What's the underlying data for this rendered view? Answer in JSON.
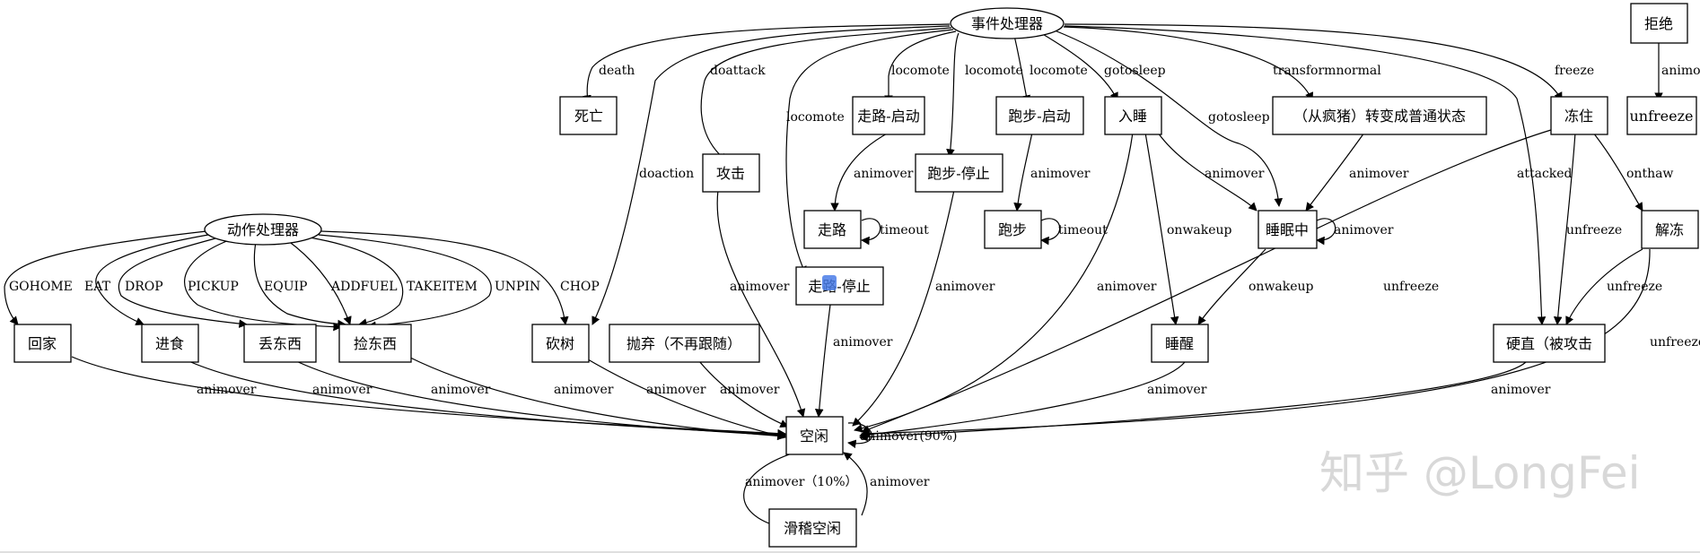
{
  "nodes": {
    "event_handler": "事件处理器",
    "action_handler": "动作处理器",
    "reject": "拒绝",
    "death": "死亡",
    "walk_start": "走路-启动",
    "run_start": "跑步-启动",
    "fall_asleep": "入睡",
    "transform_normal": "（从疯猪）转变成普通状态",
    "frozen": "冻住",
    "unfreeze": "unfreeze",
    "attack": "攻击",
    "run_stop": "跑步-停止",
    "walk": "走路",
    "run": "跑步",
    "sleeping": "睡眠中",
    "thaw": "解冻",
    "walk_stop": "走路-停止",
    "go_home": "回家",
    "eat": "进食",
    "drop": "丢东西",
    "pickup": "捡东西",
    "chop": "砍树",
    "abandon": "抛弃（不再跟随）",
    "wake_up": "睡醒",
    "hit": "硬直（被攻击",
    "idle": "空闲",
    "funny_idle": "滑稽空闲"
  },
  "edge_labels": {
    "death": "death",
    "doattack": "doattack",
    "doaction": "doaction",
    "locomote_1": "locomote",
    "locomote_2": "locomote",
    "locomote_3": "locomote",
    "locomote_4": "locomote",
    "gotosleep_1": "gotosleep",
    "gotosleep_2": "gotosleep",
    "transformnormal": "transformnormal",
    "freeze": "freeze",
    "attacked": "attacked",
    "onthaw": "onthaw",
    "unfreeze_1": "unfreeze",
    "unfreeze_2": "unfreeze",
    "unfreeze_3": "unfreeze",
    "unfreeze_4": "unfreeze",
    "reject_animover": "animov",
    "walk_start_animover": "animover",
    "run_start_animover": "animover",
    "sleep_animover": "animover",
    "transform_animover": "animover",
    "walk_timeout": "timeout",
    "run_timeout": "timeout",
    "sleeping_animover": "animover",
    "onwakeup_1": "onwakeup",
    "onwakeup_2": "onwakeup",
    "gohome": "GOHOME",
    "eat": "EAT",
    "drop": "DROP",
    "pickup": "PICKUP",
    "equip": "EQUIP",
    "addfuel": "ADDFUEL",
    "takeitem": "TAKEITEM",
    "unpin": "UNPIN",
    "chop": "CHOP",
    "attack_animover": "animover",
    "walk_stop_animover": "animover",
    "run_stop_animover": "animover",
    "fall_asleep_animover": "animover",
    "go_home_animover": "animover",
    "eat_animover": "animover",
    "drop_animover": "animover",
    "pickup_animover": "animover",
    "chop_animover": "animover",
    "abandon_animover": "animover",
    "wake_up_animover": "animover",
    "hit_animover": "animover",
    "idle_self": "animover(90%)",
    "idle_to_funny": "animover（10%）",
    "funny_to_idle": "animover"
  },
  "watermark": "知乎 @LongFei"
}
